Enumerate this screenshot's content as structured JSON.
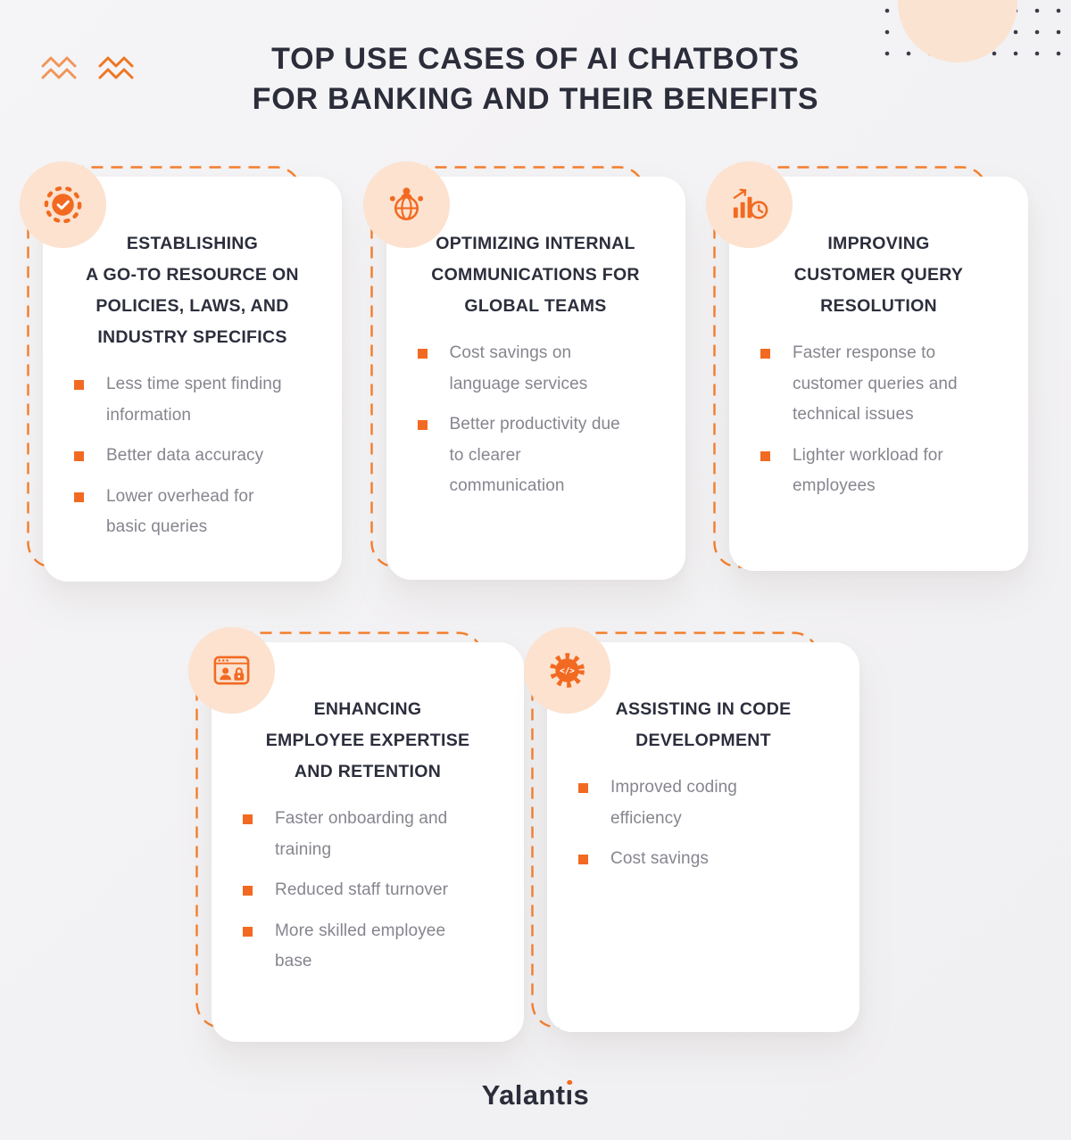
{
  "title": {
    "line1": "TOP USE CASES OF AI CHATBOTS",
    "line2": "FOR BANKING AND THEIR BENEFITS"
  },
  "cards": [
    {
      "id": "policies-resource",
      "icon": "sun-check-icon",
      "heading_lines": [
        "ESTABLISHING",
        "A GO-TO RESOURCE ON",
        "POLICIES, LAWS, AND",
        "INDUSTRY SPECIFICS"
      ],
      "bullets": [
        "Less time spent finding information",
        "Better data accuracy",
        "Lower overhead for basic queries"
      ]
    },
    {
      "id": "internal-communications",
      "icon": "global-team-icon",
      "heading_lines": [
        "OPTIMIZING INTERNAL",
        "COMMUNICATIONS FOR",
        "GLOBAL TEAMS"
      ],
      "bullets": [
        "Cost savings on language services",
        "Better productivity due to clearer communication"
      ]
    },
    {
      "id": "customer-query-resolution",
      "icon": "chart-clock-icon",
      "heading_lines": [
        "IMPROVING",
        "CUSTOMER QUERY",
        "RESOLUTION"
      ],
      "bullets": [
        "Faster response to customer queries and technical issues",
        "Lighter workload for employees"
      ]
    },
    {
      "id": "employee-expertise",
      "icon": "employee-screen-icon",
      "heading_lines": [
        "ENHANCING",
        "EMPLOYEE EXPERTISE",
        "AND RETENTION"
      ],
      "bullets": [
        "Faster onboarding and training",
        "Reduced staff turnover",
        "More skilled employee base"
      ]
    },
    {
      "id": "code-development",
      "icon": "code-gear-icon",
      "heading_lines": [
        "ASSISTING IN CODE",
        "DEVELOPMENT"
      ],
      "bullets": [
        "Improved coding efficiency",
        "Cost savings"
      ]
    }
  ],
  "footer": {
    "logo_full": "Yalantis",
    "logo_part1": "Yalant",
    "logo_i_base": "ı",
    "logo_part2": "s"
  },
  "colors": {
    "accent": "#F26A21",
    "dash": "#F57F2C",
    "badge_bg": "#FCE2CF",
    "heading": "#2C2E3C",
    "body_text": "#86858E",
    "background": "#F3F2F4",
    "card_bg": "#FFFFFF",
    "dot_grid": "#3B3B45",
    "blob": "#FBE3D2"
  }
}
